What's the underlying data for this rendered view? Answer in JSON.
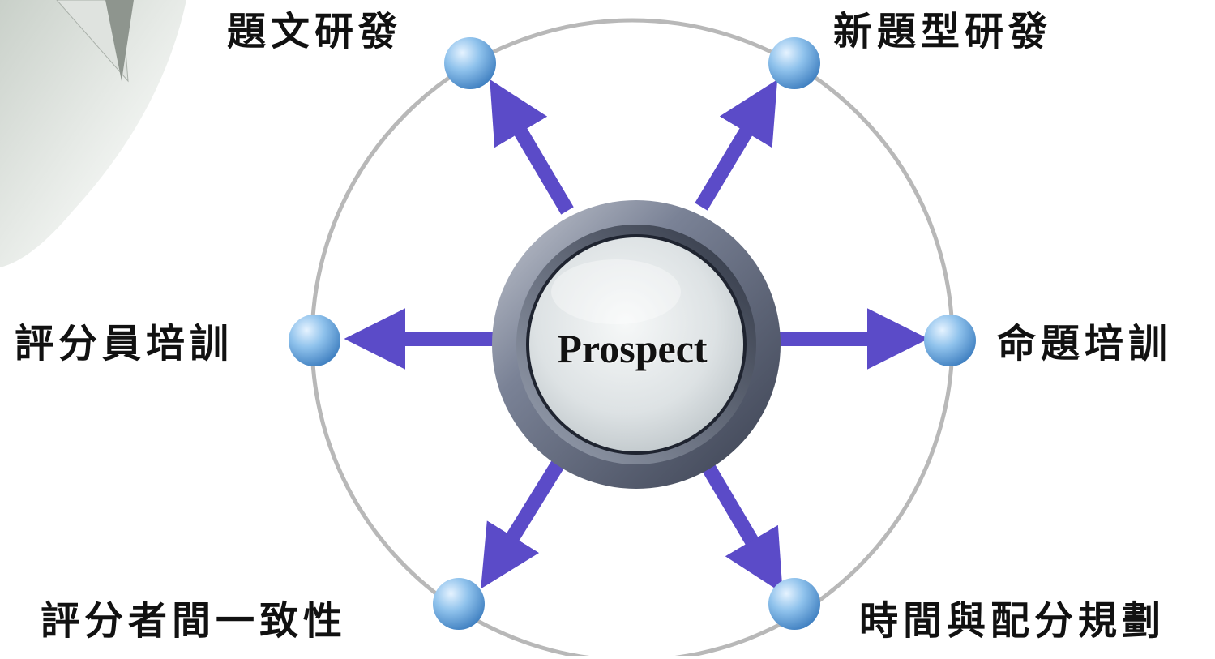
{
  "hub": {
    "label": "Prospect"
  },
  "nodes": [
    {
      "id": "top-left",
      "label": "題文研發"
    },
    {
      "id": "top-right",
      "label": "新題型研發"
    },
    {
      "id": "left",
      "label": "評分員培訓"
    },
    {
      "id": "right",
      "label": "命題培訓"
    },
    {
      "id": "bottom-left",
      "label": "評分者間一致性"
    },
    {
      "id": "bottom-right",
      "label": "時間與配分規劃"
    }
  ],
  "colors": {
    "ring": "#b8b8b8",
    "arrow": "#5b4bc8",
    "node": "#7fb3e0",
    "hub_rim": "#5a6274",
    "hub_face": "#e4e8ea"
  }
}
